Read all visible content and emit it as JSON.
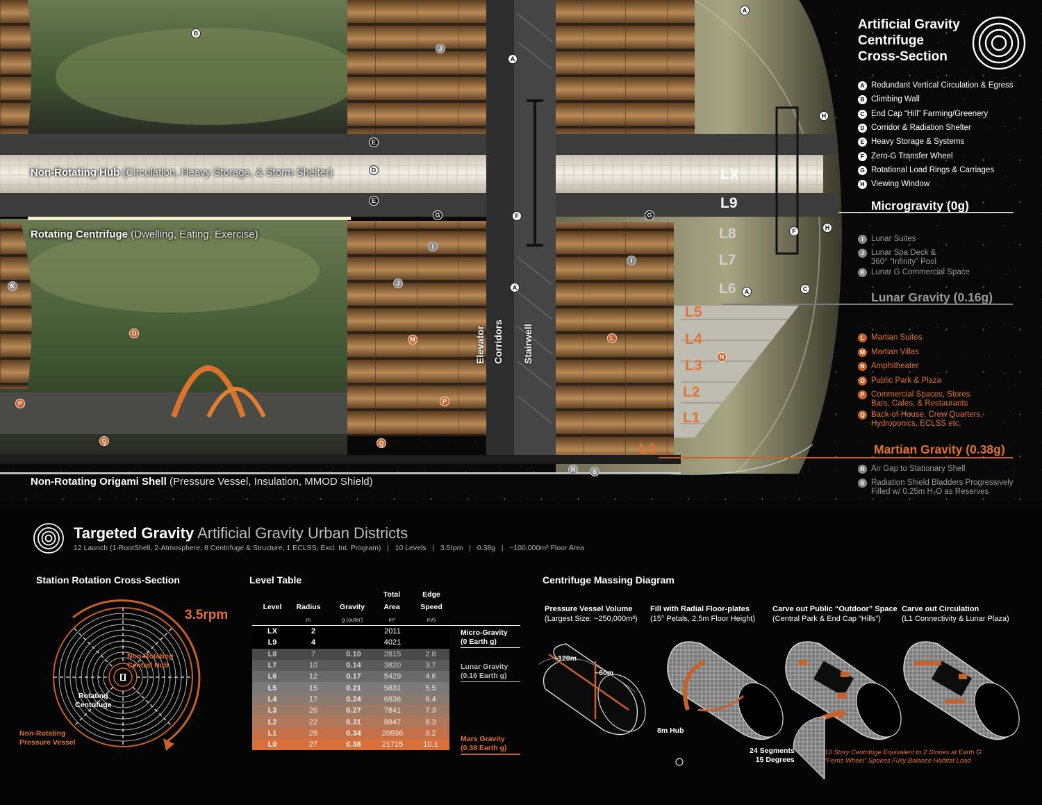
{
  "colors": {
    "accent_orange": "#c8622c",
    "microgravity": "#ffffff",
    "lunar": "#9a9a9a",
    "martian": "#e07235",
    "background": "#050505"
  },
  "render": {
    "hub_label": "Non-Rotating Hub",
    "hub_detail": " (Circulation, Heavy Storage, & Storm Shelter)",
    "centrifuge_label": "Rotating Centrifuge",
    "centrifuge_detail": " (Dwelling, Eating, Exercise)",
    "shell_label": "Non-Rotating Origami Shell",
    "shell_detail": " (Pressure Vessel, Insulation, MMOD Shield)",
    "elevator": "Elevator",
    "corridors": "Corridors",
    "stairwell": "Stairwell",
    "levels": [
      "LX",
      "L9",
      "L8",
      "L7",
      "L6",
      "L5",
      "L4",
      "L3",
      "L2",
      "L1",
      "L0"
    ],
    "pins": [
      "A",
      "B",
      "C",
      "D",
      "E",
      "F",
      "G",
      "H",
      "I",
      "J",
      "K",
      "L",
      "M",
      "N",
      "O",
      "P",
      "Q",
      "R",
      "S"
    ]
  },
  "legend": {
    "title_lines": [
      "Artificial Gravity",
      "Centrifuge",
      "Cross-Section"
    ],
    "icon": "concentric-circles-icon",
    "micro_items": [
      {
        "key": "A",
        "text": "Redundant Vertical Circulation & Egress"
      },
      {
        "key": "B",
        "text": "Climbing Wall"
      },
      {
        "key": "C",
        "text": "End Cap “Hill” Farming/Greenery"
      },
      {
        "key": "D",
        "text": "Corridor & Radiation Shelter"
      },
      {
        "key": "E",
        "text": "Heavy Storage & Systems"
      },
      {
        "key": "F",
        "text": "Zero-G Transfer Wheel"
      },
      {
        "key": "G",
        "text": "Rotational Load Rings & Carriages"
      },
      {
        "key": "H",
        "text": "Viewing Window"
      }
    ],
    "micro_zone": "Microgravity (0g)",
    "lunar_items": [
      {
        "key": "I",
        "text": "Lunar Suites"
      },
      {
        "key": "J",
        "text": "Lunar Spa Deck &\n360° “Infinity” Pool"
      },
      {
        "key": "K",
        "text": "Lunar G Commercial Space"
      }
    ],
    "lunar_zone": "Lunar Gravity (0.16g)",
    "mars_items": [
      {
        "key": "L",
        "text": "Martian Suites"
      },
      {
        "key": "M",
        "text": "Martian Villas"
      },
      {
        "key": "N",
        "text": "Amphitheater"
      },
      {
        "key": "O",
        "text": "Public Park & Plaza"
      },
      {
        "key": "P",
        "text": "Commercial Spaces, Stores\nBars, Cafes, & Restaurants"
      },
      {
        "key": "Q",
        "text": "Back-of-House, Crew Quarters,\nHydroponics, ECLSS etc."
      }
    ],
    "mars_zone": "Martian Gravity (0.38g)",
    "shell_items": [
      {
        "key": "R",
        "text": "Air Gap to Stationary Shell"
      },
      {
        "key": "S",
        "text": "Radiation Shield Bladders Progressively\nFilled w/ 0.25m H₂O as Reserves"
      }
    ]
  },
  "header": {
    "title_bold": "Targeted Gravity",
    "title_light": " Artificial Gravity Urban Districts",
    "subtitle": "12 Launch (1-RootShell, 2-Atmosphere, 8 Centrifuge & Structure, 1 ECLSS, Excl. Int. Program)   |   10 Levels   |   3.5rpm   |   0.38g   |   ~100,000m² Floor Area"
  },
  "rotation": {
    "title": "Station Rotation Cross-Section",
    "rpm": "3.5rpm",
    "hub_label": "Non-Rotating\nCentral Hub",
    "centrifuge_label": "Rotating\nCentrifuge",
    "vessel_label": "Non-Rotating\nPressure Vessel"
  },
  "level_table": {
    "title": "Level Table",
    "headers": [
      {
        "label": "Level",
        "unit": ""
      },
      {
        "label": "Radius",
        "unit": "m"
      },
      {
        "label": "Gravity",
        "unit": "g (outer)"
      },
      {
        "label": "Total\nArea",
        "unit": "m²"
      },
      {
        "label": "Edge\nSpeed",
        "unit": "m/s"
      }
    ],
    "rows": [
      {
        "level": "LX",
        "radius": "2",
        "gravity": "",
        "area": "2011",
        "speed": "",
        "bg": "#000000",
        "fg": "#ffffff"
      },
      {
        "level": "L9",
        "radius": "4",
        "gravity": "",
        "area": "4021",
        "speed": "",
        "bg": "#000000",
        "fg": "#ffffff"
      },
      {
        "level": "L8",
        "radius": "7",
        "gravity": "0.10",
        "area": "2815",
        "speed": "2.8",
        "bg": "#4a4a4a",
        "fg": "#c8c8c8"
      },
      {
        "level": "L7",
        "radius": "10",
        "gravity": "0.14",
        "area": "3820",
        "speed": "3.7",
        "bg": "#5a5a5a",
        "fg": "#d4d4d4"
      },
      {
        "level": "L6",
        "radius": "12",
        "gravity": "0.17",
        "area": "5429",
        "speed": "4.6",
        "bg": "#6a6a6a",
        "fg": "#e0e0e0"
      },
      {
        "level": "L5",
        "radius": "15",
        "gravity": "0.21",
        "area": "5831",
        "speed": "5.5",
        "bg": "#7a7a7a",
        "fg": "#eeeeee"
      },
      {
        "level": "L4",
        "radius": "17",
        "gravity": "0.24",
        "area": "6836",
        "speed": "6.4",
        "bg": "#8a7a70",
        "fg": "#f0e6e0"
      },
      {
        "level": "L3",
        "radius": "20",
        "gravity": "0.27",
        "area": "7841",
        "speed": "7.3",
        "bg": "#9c7a66",
        "fg": "#f5e6dc"
      },
      {
        "level": "L2",
        "radius": "22",
        "gravity": "0.31",
        "area": "8847",
        "speed": "8.3",
        "bg": "#b0775a",
        "fg": "#fbe8dc"
      },
      {
        "level": "L1",
        "radius": "25",
        "gravity": "0.34",
        "area": "20936",
        "speed": "9.2",
        "bg": "#c47049",
        "fg": "#fff0e6"
      },
      {
        "level": "L0",
        "radius": "27",
        "gravity": "0.38",
        "area": "21715",
        "speed": "10.1",
        "bg": "#d8703c",
        "fg": "#fff3ea"
      }
    ],
    "groups": [
      {
        "label": "Micro-Gravity\n(0 Earth g)",
        "color": "#ffffff"
      },
      {
        "label": "Lunar Gravity\n(0.16 Earth g)",
        "color": "#bbbbbb"
      },
      {
        "label": "Mars Gravity\n(0.38 Earth g)",
        "color": "#e07235"
      }
    ]
  },
  "massing": {
    "title": "Centrifuge Massing Diagram",
    "steps": [
      {
        "title": "Pressure Vessel Volume",
        "sub": "(Largest Size: ~250,000m³)"
      },
      {
        "title": "Fill with Radial Floor-plates",
        "sub": "(15° Petals, 2.5m Floor Height)"
      },
      {
        "title": "Carve out Public “Outdoor” Space",
        "sub": "(Central Park & End Cap “Hills”)"
      },
      {
        "title": "Carve out Circulation",
        "sub": "(L1 Connectivity & Lunar Plaza)"
      }
    ],
    "dim_length": "~120m",
    "dim_diameter": "~60m",
    "hub": "8m Hub",
    "segments": "24 Segments\n15 Degrees",
    "note": "10 Story Centrifuge Equivalent to 2 Stories at Earth G\n“Ferris Wheel” Spokes Fully Balance Habitat Load"
  }
}
